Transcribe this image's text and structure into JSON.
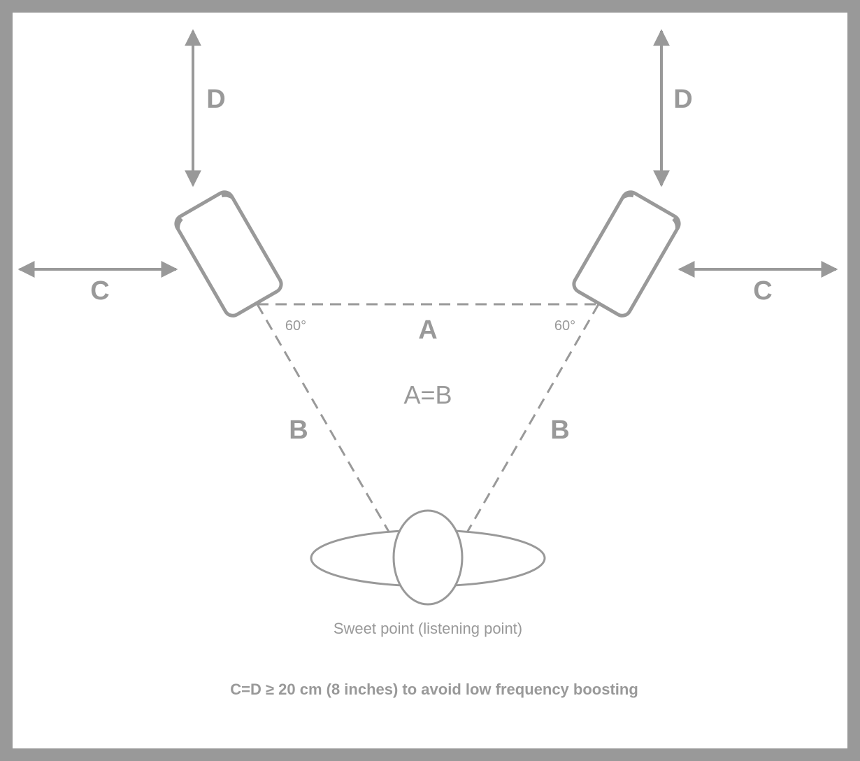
{
  "labels": {
    "d_left": "D",
    "d_right": "D",
    "c_left": "C",
    "c_right": "C",
    "a": "A",
    "b_left": "B",
    "b_right": "B",
    "angle_left": "60°",
    "angle_right": "60°",
    "equation": "A=B"
  },
  "caption": "Sweet point (listening point)",
  "note": "C=D ≥ 20 cm (8 inches) to avoid low frequency boosting",
  "colors": {
    "stroke": "#999999",
    "border": "#999999",
    "background": "#ffffff"
  }
}
